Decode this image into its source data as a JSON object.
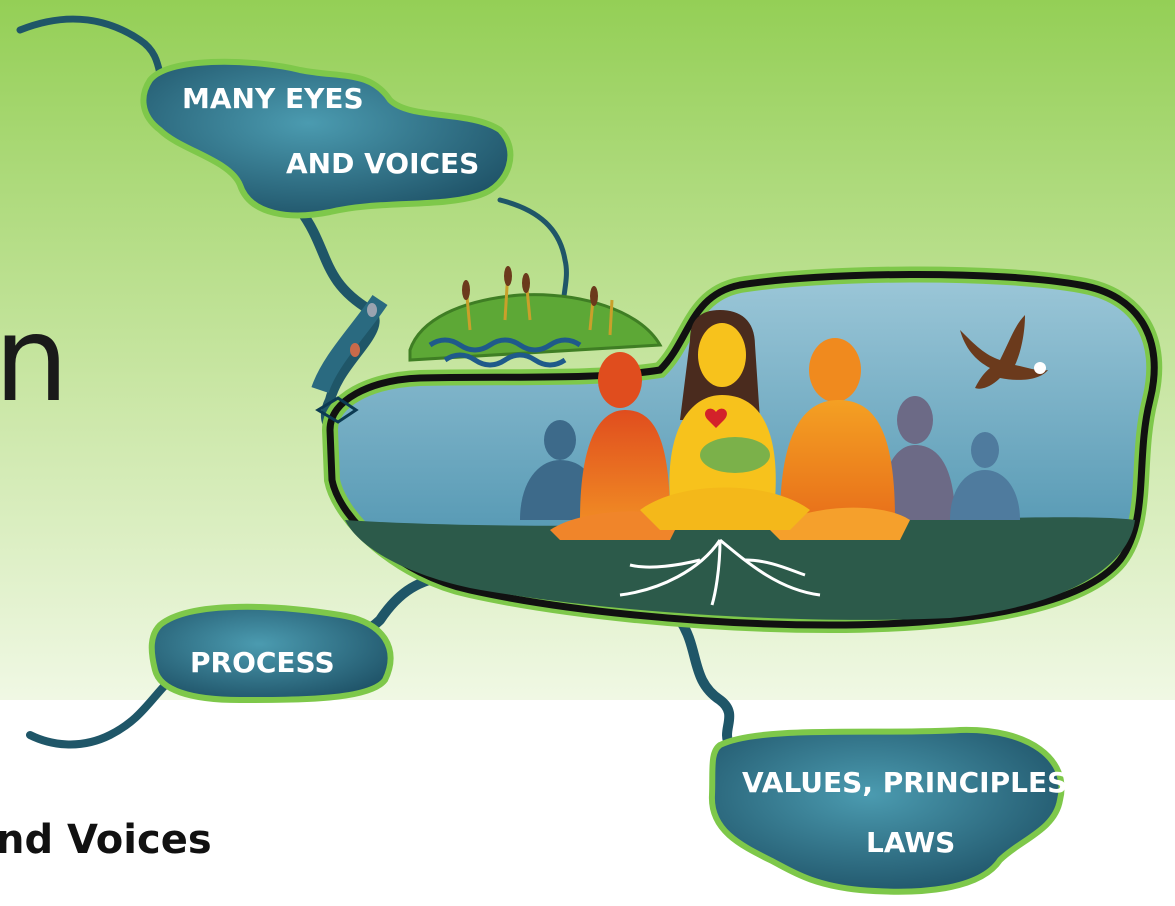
{
  "heading_fragment": "n",
  "subtitle_fragment": "nd Voices",
  "bubbles": {
    "many_eyes_line1": "MANY EYES",
    "many_eyes_line2": "AND VOICES",
    "process": "PROCESS",
    "values_line1": "VALUES, PRINCIPLES,",
    "values_line2": "LAWS"
  },
  "colors": {
    "background_green_top": "#94cf56",
    "background_green_bottom": "#f0f8e4",
    "bubble_fill": "#2d6f85",
    "bubble_border": "#7ec84a",
    "lake_outline": "#111111"
  }
}
